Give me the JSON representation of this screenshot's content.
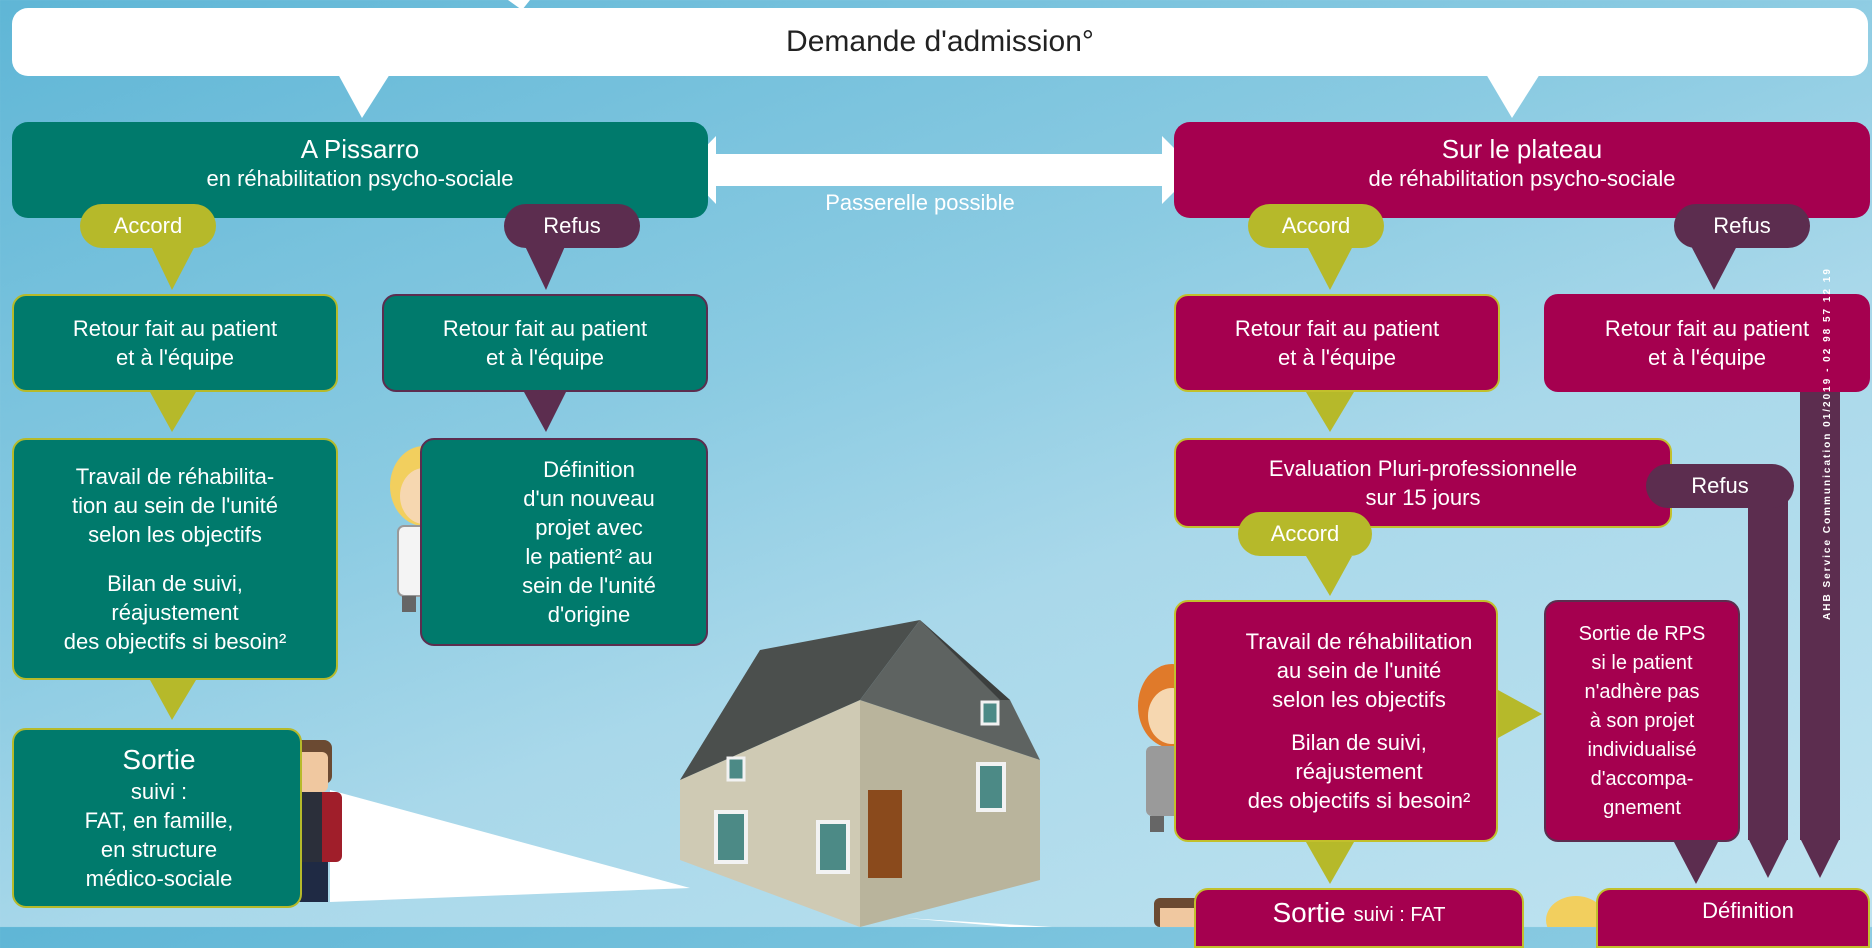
{
  "title": "Demande d'admission°",
  "passerelle": "Passerelle possible",
  "left": {
    "header_line1": "A Pissarro",
    "header_line2": "en réhabilitation psycho-sociale",
    "accord": "Accord",
    "refus": "Refus",
    "retour_accord": [
      "Retour fait au patient",
      "et à l'équipe"
    ],
    "retour_refus": [
      "Retour fait au patient",
      "et à l'équipe"
    ],
    "travail": [
      "Travail de réhabilita-",
      "tion au sein de l'unité",
      "selon les objectifs"
    ],
    "bilan": [
      "Bilan de suivi,",
      "réajustement",
      "des objectifs si besoin²"
    ],
    "definition": [
      "Définition",
      "d'un nouveau",
      "projet avec",
      "le patient² au",
      "sein de l'unité",
      "d'origine"
    ],
    "sortie_title": "Sortie",
    "sortie_lines": [
      "suivi :",
      "FAT, en famille,",
      "en structure",
      "médico-sociale"
    ]
  },
  "right": {
    "header_line1": "Sur le plateau",
    "header_line2": "de réhabilitation psycho-sociale",
    "accord": "Accord",
    "refus": "Refus",
    "retour_accord": [
      "Retour fait au patient",
      "et à l'équipe"
    ],
    "retour_refus": [
      "Retour fait au patient",
      "et à l'équipe"
    ],
    "evaluation": [
      "Evaluation Pluri-professionnelle",
      "sur 15 jours"
    ],
    "eval_refus": "Refus",
    "eval_accord": "Accord",
    "travail": [
      "Travail de réhabilitation",
      "au sein de l'unité",
      "selon les objectifs"
    ],
    "bilan": [
      "Bilan de suivi,",
      "réajustement",
      "des objectifs si besoin²"
    ],
    "sortie_rps": [
      "Sortie de RPS",
      "si le patient",
      "n'adhère pas",
      "à son projet",
      "individualisé",
      "d'accompa-",
      "gnement"
    ],
    "sortie_title": "Sortie",
    "sortie_suivi": "suivi : FAT",
    "definition": "Définition"
  },
  "side_credit": "AHB Service Communication 01/2019 - 02 98 57 12 19",
  "colors": {
    "teal": "#007a6c",
    "magenta": "#a5004f",
    "olive": "#b6b92a",
    "plum": "#5c2d4f"
  }
}
